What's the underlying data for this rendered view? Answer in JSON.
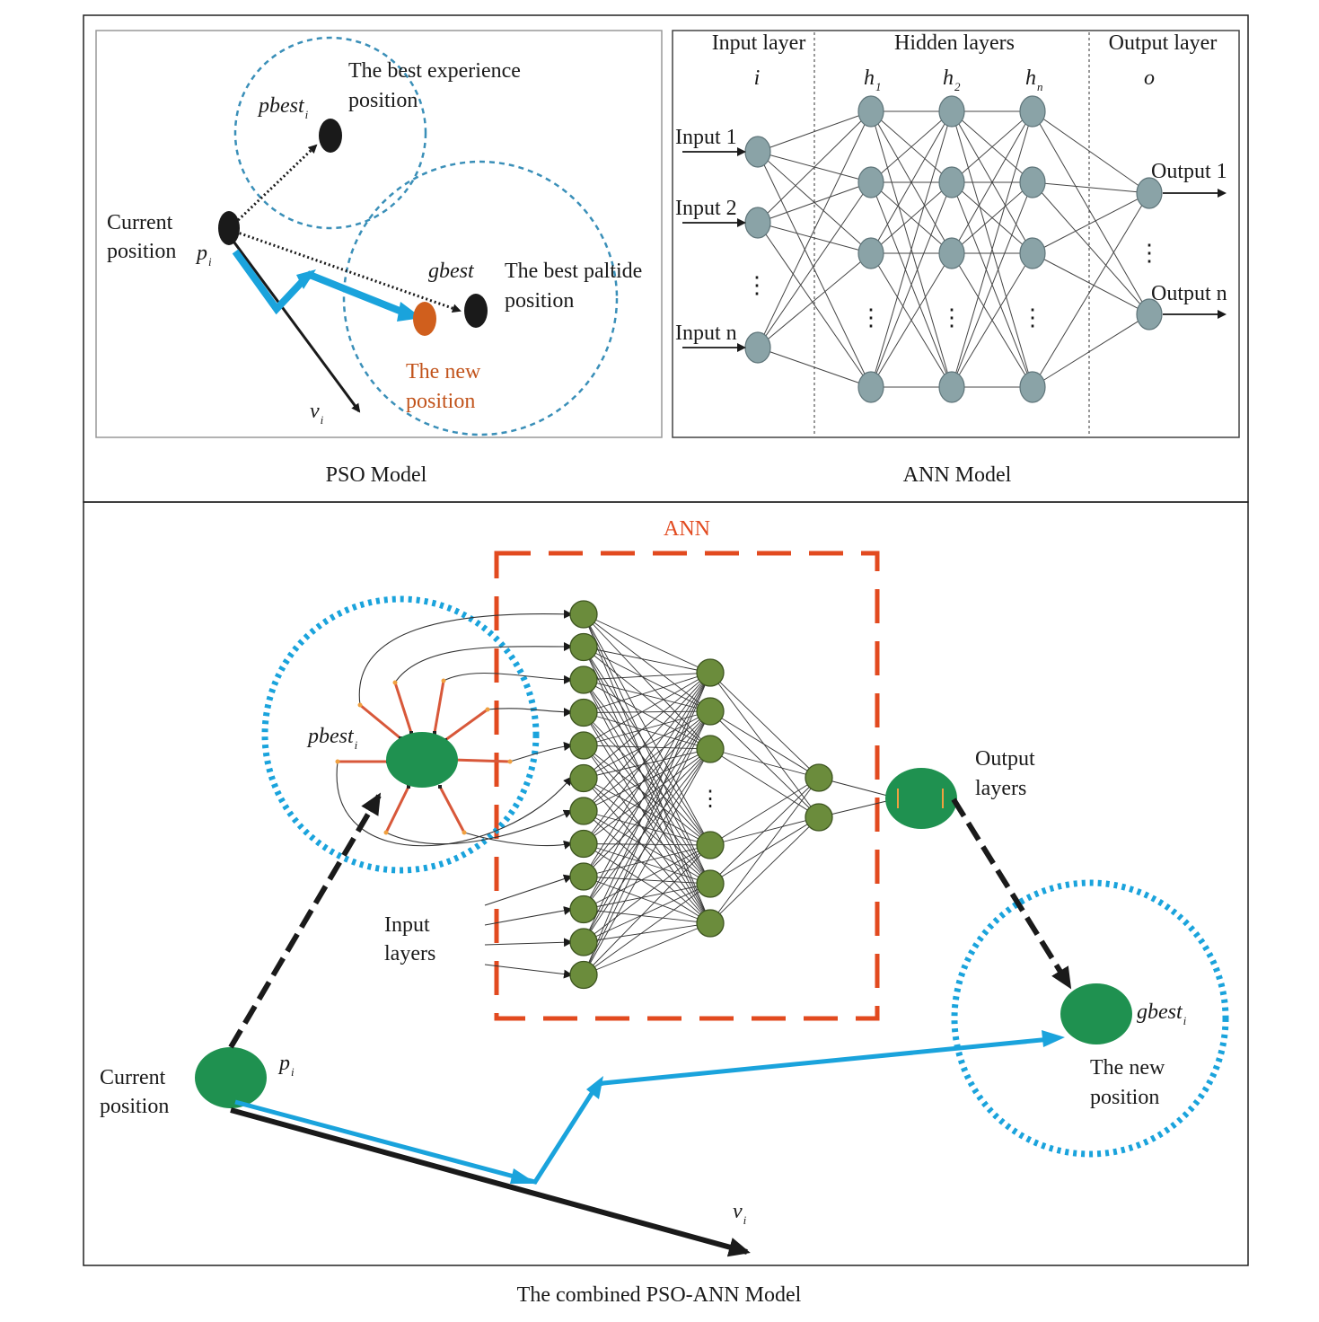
{
  "colors": {
    "dashed_circle": "#3a8fb8",
    "bright_blue": "#1aa3dc",
    "orange_text": "#c2541c",
    "orange_node": "#d05f1d",
    "gray_node": "#8aa3a7",
    "green_node": "#6b8c3c",
    "dark_green": "#1f9150",
    "ann_box": "#e24a1f"
  },
  "pso": {
    "caption": "PSO Model",
    "pbest_label": "pbest",
    "pbest_sub": "i",
    "best_exp_line1": "The best experience",
    "best_exp_line2": "position",
    "current_line1": "Current",
    "current_line2": "position",
    "p_label": "p",
    "p_sub": "i",
    "gbest_label": "gbest",
    "best_part_line1": "The best paltide",
    "best_part_line2": "position",
    "new_line1": "The new",
    "new_line2": "position",
    "v_label": "v",
    "v_sub": "i"
  },
  "ann": {
    "caption": "ANN Model",
    "input_layer": "Input layer",
    "hidden_layers": "Hidden layers",
    "output_layer": "Output layer",
    "i_label": "i",
    "o_label": "o",
    "h_label": "h",
    "h1_sub": "1",
    "h2_sub": "2",
    "hn_sub": "n",
    "input1": "Input 1",
    "input2": "Input 2",
    "inputn": "Input n",
    "output1": "Output 1",
    "outputn": "Output n",
    "dots": "⋮"
  },
  "combined": {
    "caption": "The combined PSO-ANN Model",
    "ann_label": "ANN",
    "pbest_label": "pbest",
    "pbest_sub": "i",
    "output_line1": "Output",
    "output_line2": "layers",
    "input_line1": "Input",
    "input_line2": "layers",
    "current_line1": "Current",
    "current_line2": "position",
    "p_label": "p",
    "p_sub": "i",
    "gbest_label": "gbest",
    "gbest_sub": "i",
    "new_line1": "The new",
    "new_line2": "position",
    "v_label": "v",
    "v_sub": "i",
    "dots": "⋮"
  }
}
